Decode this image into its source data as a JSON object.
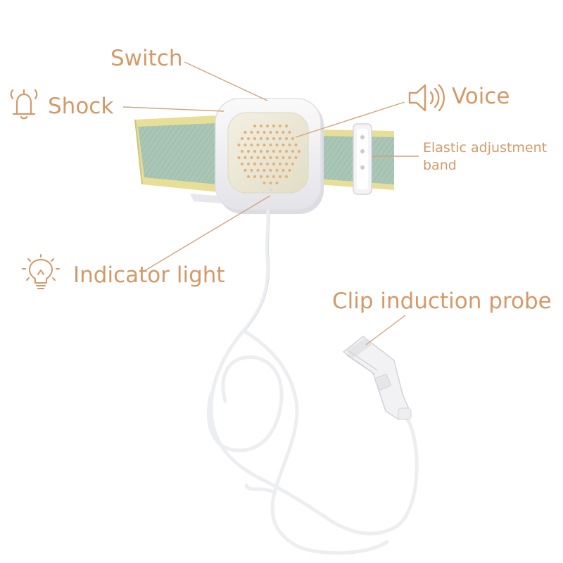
{
  "colors": {
    "label": "#d39a68",
    "leader_line": "#d2a47c",
    "strap_green": "#a8c5b5",
    "strap_edge": "#e6dd93",
    "device_body": "#f4f4f6",
    "speaker_panel": "#ece8d6",
    "speaker_holes": "#e3b27c",
    "cable": "#f1f1f3"
  },
  "labels": {
    "switch": "Switch",
    "shock": "Shock",
    "voice": "Voice",
    "elastic_line1": "Elastic adjustment",
    "elastic_line2": "band",
    "indicator": "Indicator light",
    "probe": "Clip induction probe"
  },
  "icons": {
    "shock": "bell-vibrate-icon",
    "voice": "speaker-sound-icon",
    "indicator": "light-bulb-icon"
  }
}
